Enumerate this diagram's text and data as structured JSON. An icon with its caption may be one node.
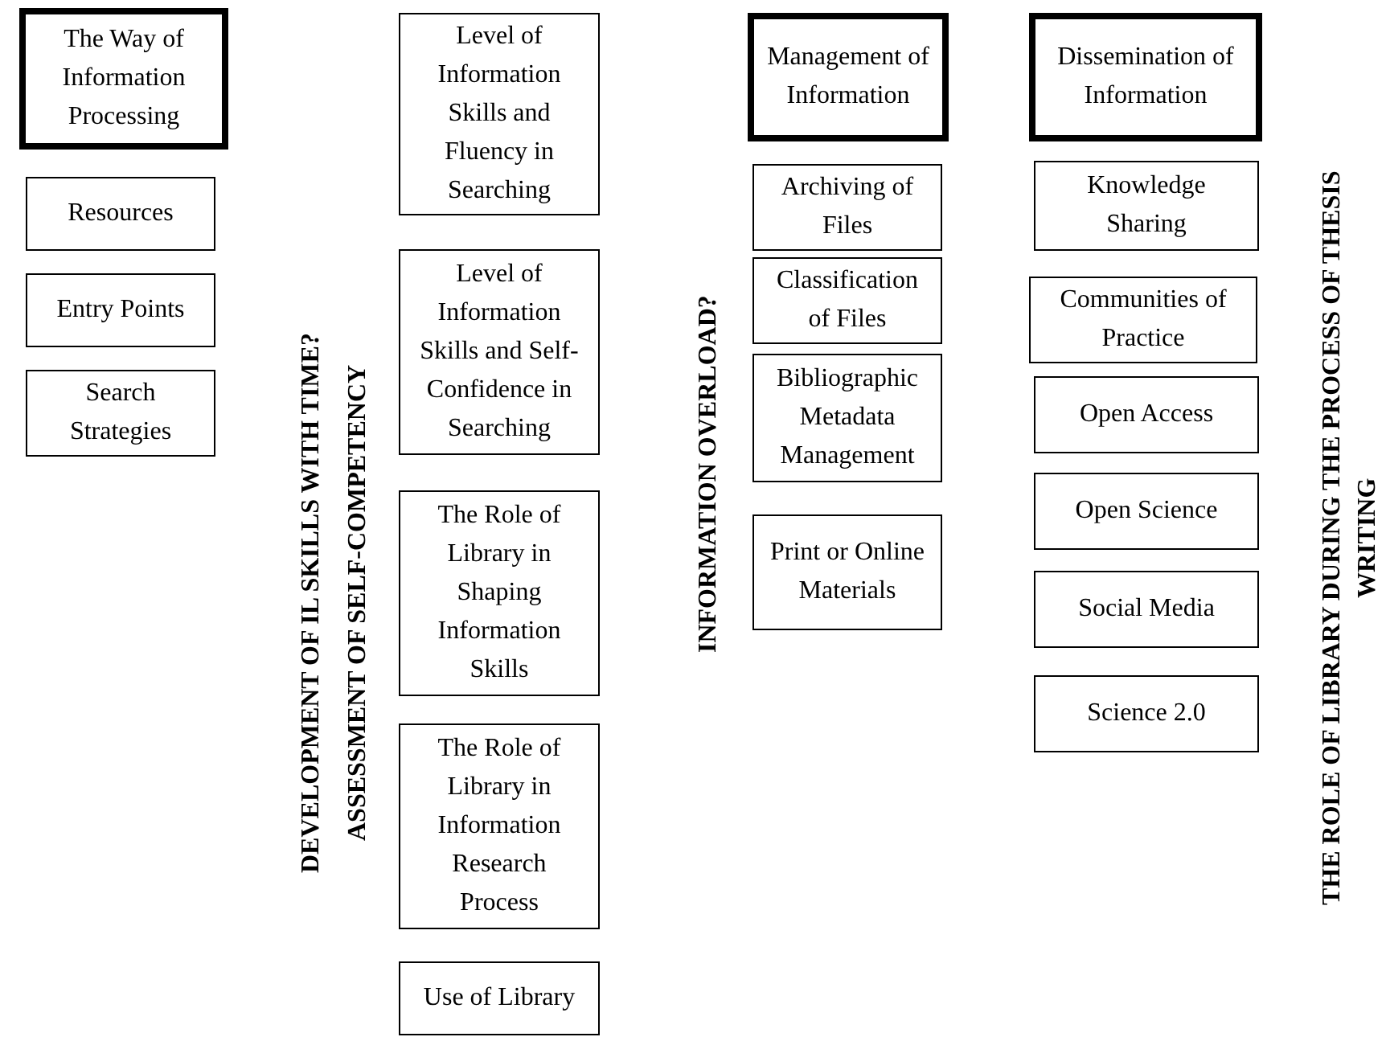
{
  "diagram": {
    "nodes": [
      {
        "text": [
          "The Way of Information Processing"
        ]
      },
      {
        "text": [
          "Resources"
        ]
      },
      {
        "text": [
          "Entry Points"
        ]
      },
      {
        "text": [
          "Search Strategies"
        ]
      },
      {
        "text": [
          "Level of Information Skills and Fluency in Searching"
        ]
      },
      {
        "text": [
          "Level of Information Skills and Self-Confidence in Searching"
        ]
      },
      {
        "text": [
          "The Role of Library in Shaping Information Skills"
        ]
      },
      {
        "text": [
          "The Role of Library in Information Research Process"
        ]
      },
      {
        "text": [
          "Use of Library"
        ]
      },
      {
        "text": [
          "Management of Information"
        ]
      },
      {
        "text": [
          "Archiving of Files"
        ]
      },
      {
        "text": [
          "Classification of Files"
        ]
      },
      {
        "text": [
          "Bibliographic Metadata Management"
        ]
      },
      {
        "text": [
          "Print or Online Materials"
        ]
      },
      {
        "text": [
          "Dissemination of Information"
        ]
      },
      {
        "text": [
          "Knowledge Sharing"
        ]
      },
      {
        "text": [
          "Communities of Practice"
        ]
      },
      {
        "text": [
          "Open Access"
        ]
      },
      {
        "text": [
          "Open Science"
        ]
      },
      {
        "text": [
          "Social Media"
        ]
      },
      {
        "text": [
          "Science 2.0"
        ]
      }
    ],
    "edges": [],
    "labels": [
      "DEVELOPMENT OF IL SKILLS WITH TIME?",
      "ASSESSMENT OF SELF-COMPETENCY",
      "INFORMATION OVERLOAD?",
      "THE ROLE OF LIBRARY DURING THE PROCESS OF THESIS WRITING"
    ]
  }
}
